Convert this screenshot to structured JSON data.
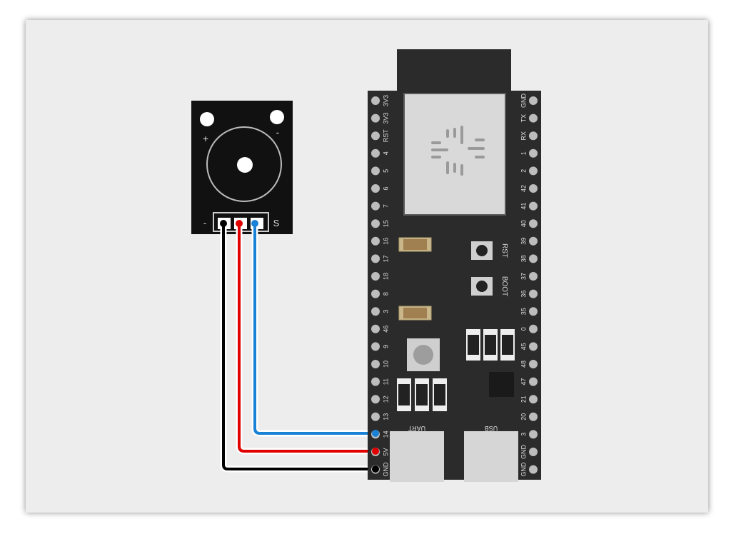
{
  "colors": {
    "background": "#ededed",
    "board": "#2b2b2b",
    "module": "#111111",
    "wire_ground": "#000000",
    "wire_power": "#e00000",
    "wire_signal": "#1a82d6"
  },
  "buzzer_module": {
    "plus_label": "+",
    "minus_label": "-",
    "pin_minus_label": "-",
    "pin_signal_label": "S"
  },
  "board": {
    "left_pins": [
      "3V3",
      "3V3",
      "RST",
      "4",
      "5",
      "6",
      "7",
      "15",
      "16",
      "17",
      "18",
      "8",
      "3",
      "46",
      "9",
      "10",
      "11",
      "12",
      "13",
      "14",
      "5V",
      "GND"
    ],
    "right_pins": [
      "GND",
      "TX",
      "RX",
      "1",
      "2",
      "42",
      "41",
      "40",
      "39",
      "38",
      "37",
      "36",
      "35",
      "0",
      "45",
      "48",
      "47",
      "21",
      "20",
      "3",
      "GND",
      "GND"
    ],
    "button_rst_label": "RST",
    "button_boot_label": "BOOT",
    "port_uart_label": "UART",
    "port_usb_label": "USB"
  },
  "wires": [
    {
      "color": "wire_ground",
      "from": "-",
      "to": "GND"
    },
    {
      "color": "wire_power",
      "from": "middle",
      "to": "5V"
    },
    {
      "color": "wire_signal",
      "from": "S",
      "to": "14"
    }
  ]
}
